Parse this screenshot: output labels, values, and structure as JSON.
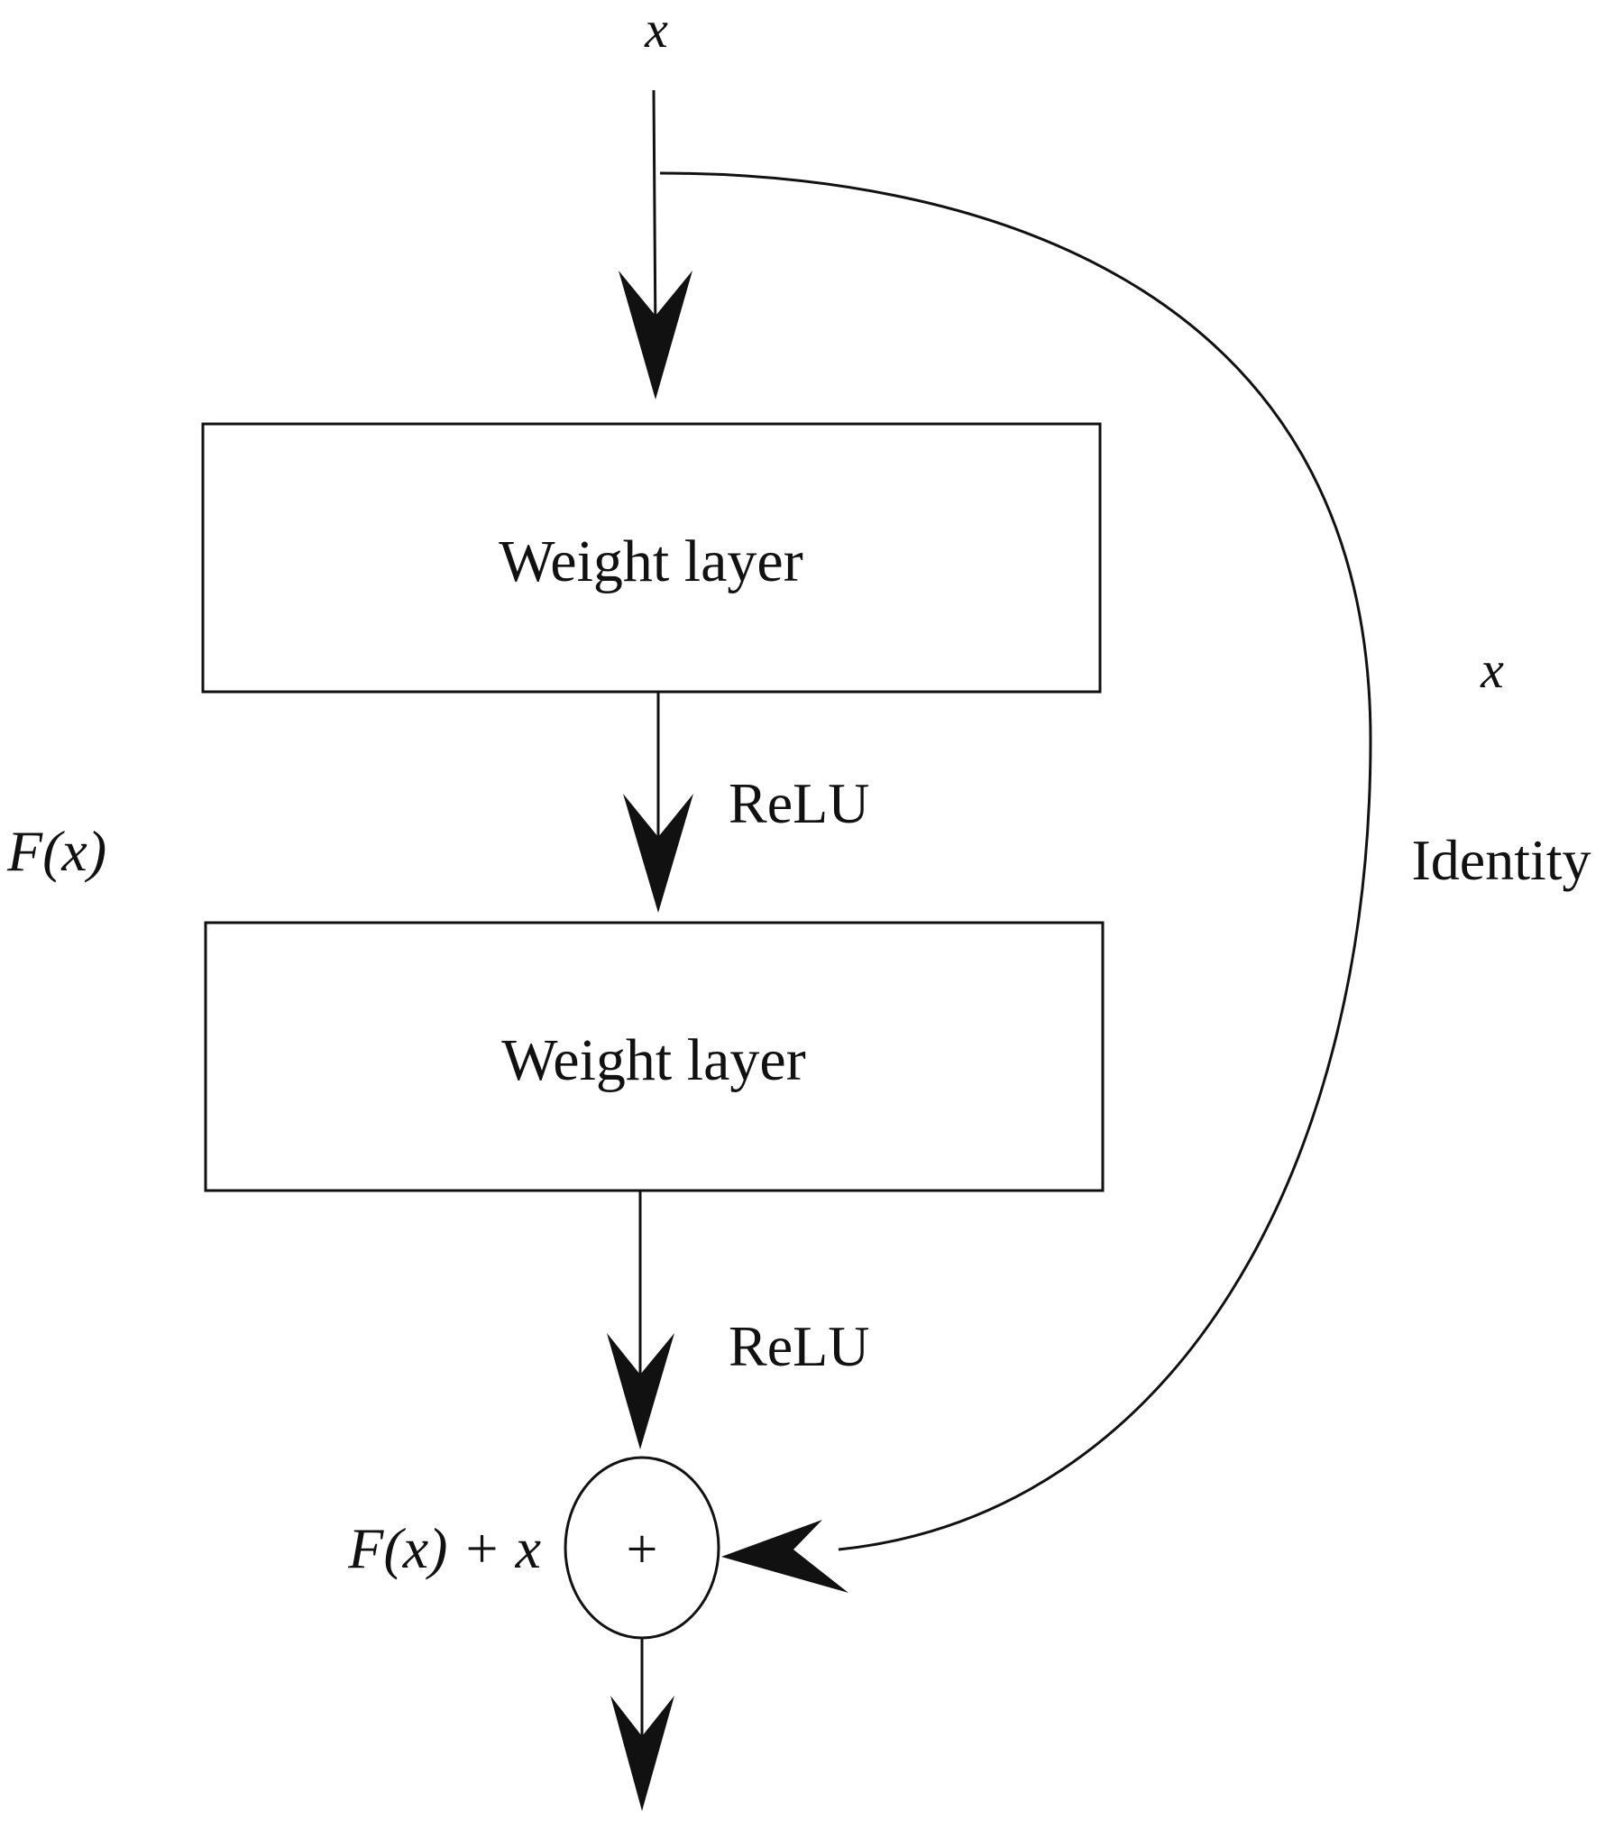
{
  "input_label": "x",
  "layers": [
    {
      "label": "Weight layer"
    },
    {
      "label": "Weight layer"
    }
  ],
  "activations": [
    "ReLU",
    "ReLU"
  ],
  "residual_label": "F(x)",
  "identity": {
    "variable": "x",
    "label": "Identity"
  },
  "sum": {
    "symbol": "+",
    "output_label": "F(x) + x"
  }
}
